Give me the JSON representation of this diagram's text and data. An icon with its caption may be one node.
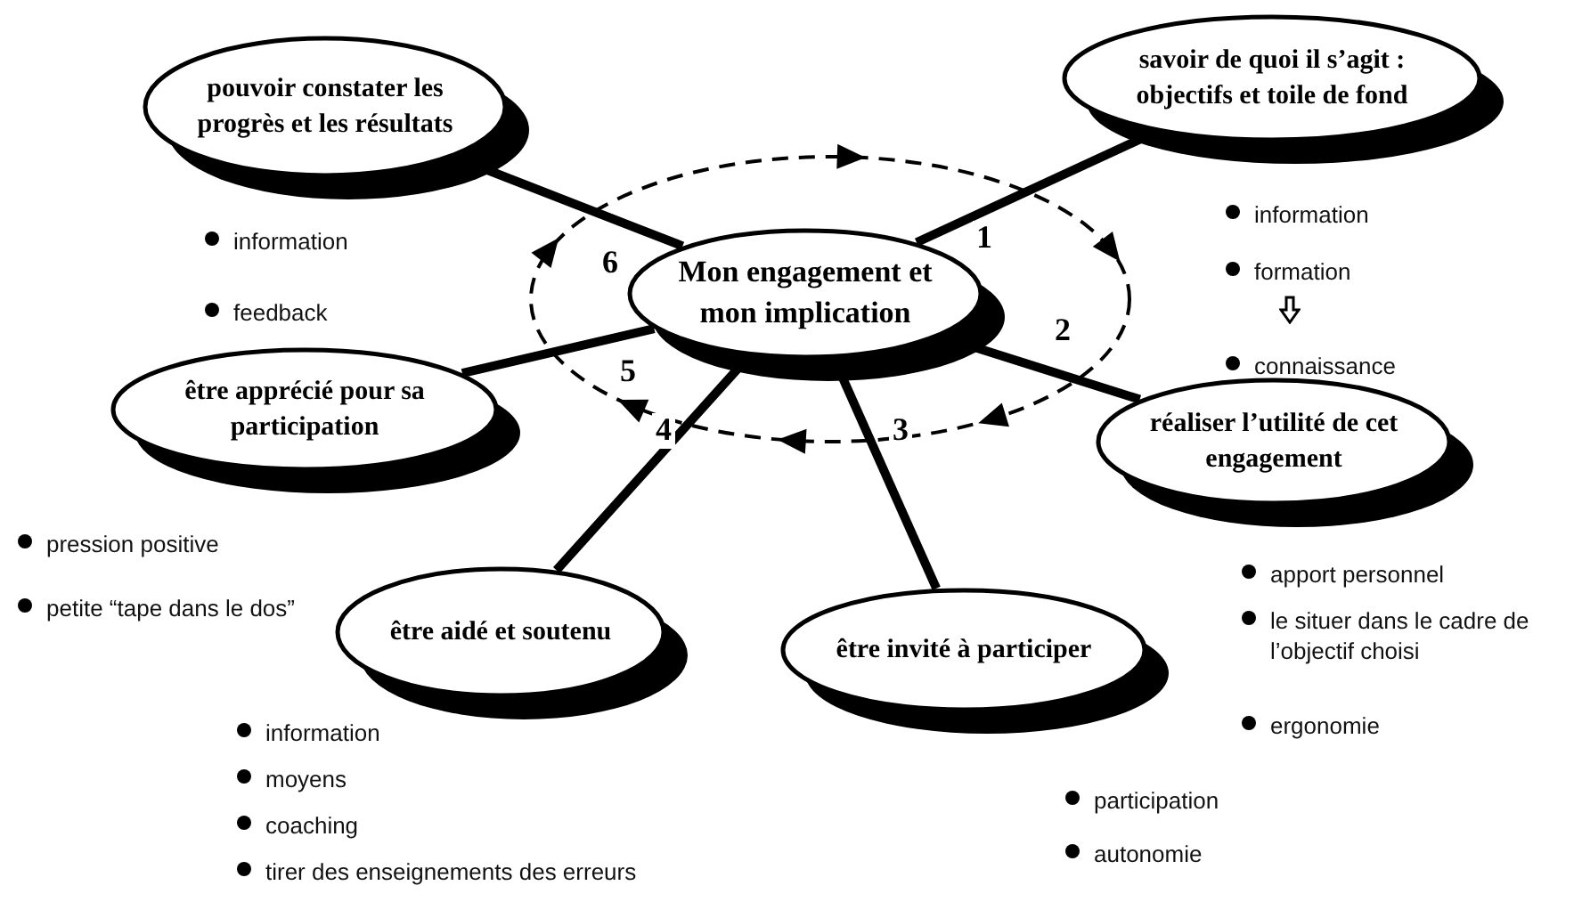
{
  "diagram": {
    "nodes": [
      {
        "text": [
          "pouvoir constater les progrès et les résultats"
        ]
      },
      {
        "text": [
          "savoir de quoi il s’agit : objectifs et toile de fond"
        ]
      },
      {
        "text": [
          "Mon engagement et mon implication"
        ]
      },
      {
        "text": [
          "être apprécié pour sa participation"
        ]
      },
      {
        "text": [
          "réaliser l’utilité de cet engagement"
        ]
      },
      {
        "text": [
          "être aidé et soutenu"
        ]
      },
      {
        "text": [
          "être invité à participer"
        ]
      }
    ],
    "edges": [
      {
        "from": 2,
        "to": 0,
        "arrow": "none"
      },
      {
        "from": 2,
        "to": 1,
        "arrow": "none"
      },
      {
        "from": 2,
        "to": 3,
        "arrow": "none"
      },
      {
        "from": 2,
        "to": 4,
        "arrow": "none"
      },
      {
        "from": 2,
        "to": 5,
        "arrow": "none"
      },
      {
        "from": 2,
        "to": 6,
        "arrow": "none"
      }
    ],
    "labels": [
      "information",
      "feedback",
      "information",
      "formation",
      "connaissance",
      "6",
      "1",
      "2",
      "5",
      "4",
      "3",
      "pression positive",
      "petite “tape dans le dos”",
      "apport personnel",
      "le situer dans le cadre de l’objectif choisi",
      "ergonomie",
      "information",
      "moyens",
      "coaching",
      "tirer des enseignements des erreurs",
      "participation",
      "autonomie"
    ]
  }
}
